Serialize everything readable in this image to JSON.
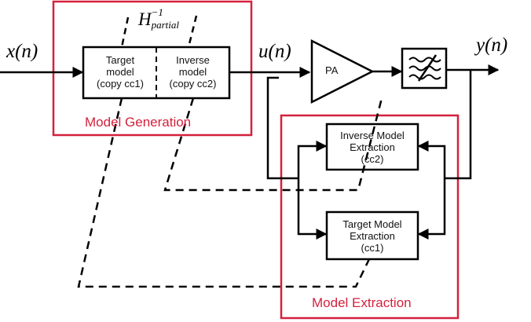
{
  "colors": {
    "region_border": "#d4213d",
    "line": "#000000"
  },
  "signals": {
    "input": "x(n)",
    "pa_input": "u(n)",
    "output": "y(n)"
  },
  "operator": {
    "base": "H",
    "superscript": "−1",
    "subscript": "partial"
  },
  "blocks": {
    "target_model": "Target\nmodel\n(copy cc1)",
    "inverse_model": "Inverse\nmodel\n(copy cc2)",
    "pa": "PA",
    "filter_icon": "low-pass-filter",
    "inverse_extraction": "Inverse Model\nExtraction\n(cc2)",
    "target_extraction": "Target Model\nExtraction\n(cc1)"
  },
  "regions": {
    "generation": "Model Generation",
    "extraction": "Model Extraction"
  }
}
